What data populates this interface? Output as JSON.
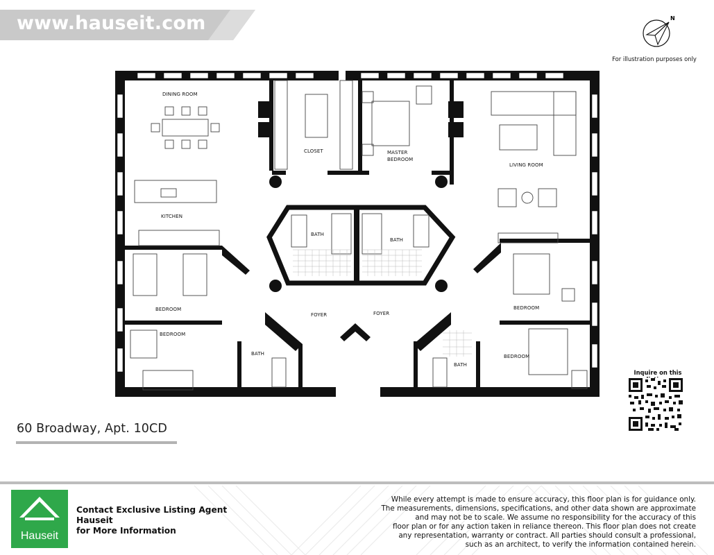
{
  "brand": {
    "url": "www.hauseit.com",
    "logo_text": "Hauseit",
    "brand_green": "#2fa84a",
    "banner_gray": "#c9c9c9"
  },
  "compass": {
    "north_label": "N",
    "icon": "compass-icon"
  },
  "note": "For illustration purposes only",
  "rooms": {
    "dining_room": "DINING ROOM",
    "kitchen": "KITCHEN",
    "closet": "CLOSET",
    "master_bedroom_1": "MASTER",
    "master_bedroom_2": "BEDROOM",
    "living_room": "LIVING ROOM",
    "bath_center_left": "BATH",
    "bath_center_right": "BATH",
    "bedroom_left_upper": "BEDROOM",
    "bedroom_left_lower": "BEDROOM",
    "bedroom_right_upper": "BEDROOM",
    "bedroom_right_lower": "BEDROOM",
    "foyer_left": "FOYER",
    "foyer_right": "FOYER",
    "bath_lower_left": "BATH",
    "bath_lower_right": "BATH"
  },
  "qr": {
    "label": "Inquire on this listing:",
    "icon": "qr-code-icon"
  },
  "listing": {
    "address": "60 Broadway, Apt. 10CD"
  },
  "contact": {
    "line1": "Contact Exclusive Listing Agent",
    "line2": "Hauseit",
    "line3": "for More Information"
  },
  "disclaimer": {
    "line1": "While every attempt is made to ensure accuracy, this floor plan is for guidance only.",
    "line2": "The measurements, dimensions, specifications, and other data shown are approximate",
    "line3": "and may not be to scale.  We assume no responsibility for the accuracy of this",
    "line4": "floor plan or for any action taken in reliance thereon. This floor plan does not create",
    "line5": "any representation, warranty or contract. All parties should consult a professional,",
    "line6": "such as an architect, to verify the information contained herein."
  }
}
